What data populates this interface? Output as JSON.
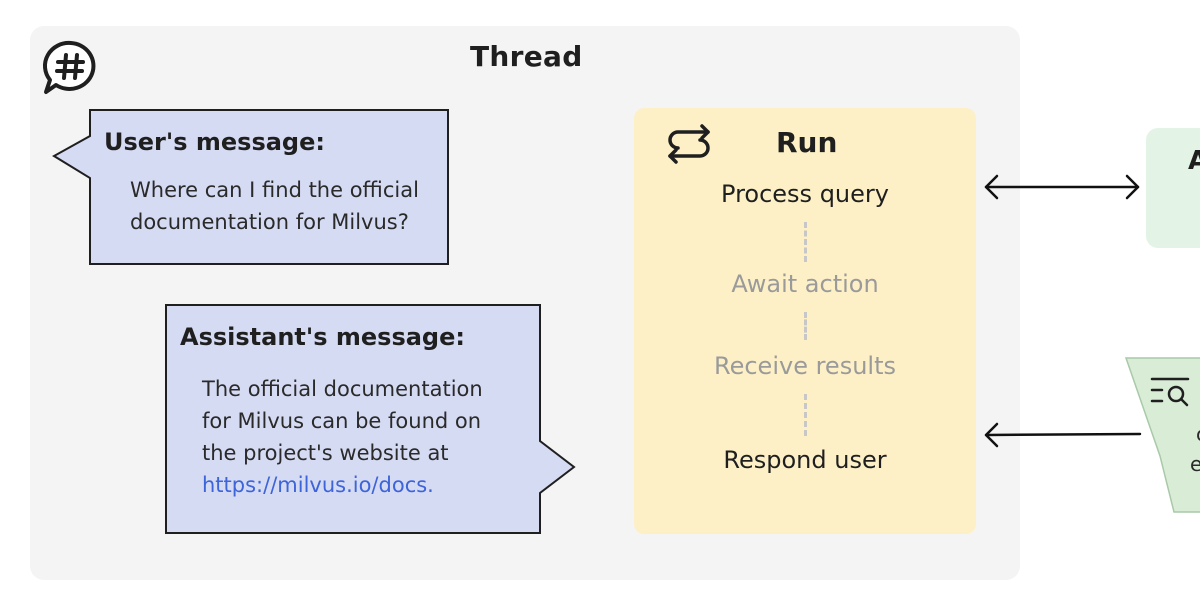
{
  "thread": {
    "title": "Thread",
    "icon": "hash-chat-icon"
  },
  "user_message": {
    "heading": "User's message:",
    "lines": [
      "Where can I find the official",
      "documentation for Milvus?"
    ]
  },
  "assistant_message": {
    "heading": "Assistant's message:",
    "lines": [
      "The official documentation",
      "for Milvus can be found on",
      "the project's website at"
    ],
    "link": "https://milvus.io/docs."
  },
  "run": {
    "title": "Run",
    "icon": "loop-arrows-icon",
    "steps": [
      "Process query",
      "Await action",
      "Receive results",
      "Respond user"
    ]
  },
  "right_side": {
    "top_partial": "A",
    "bottom_icon": "search-list-icon",
    "bottom_partial_1": "c",
    "bottom_partial_2": "e"
  },
  "colors": {
    "thread_bg": "#f4f4f4",
    "bubble_fill": "#d6dbf4",
    "run_fill": "#fdf0c7",
    "green_fill": "#e3f4e6",
    "link": "#3d64d8"
  }
}
